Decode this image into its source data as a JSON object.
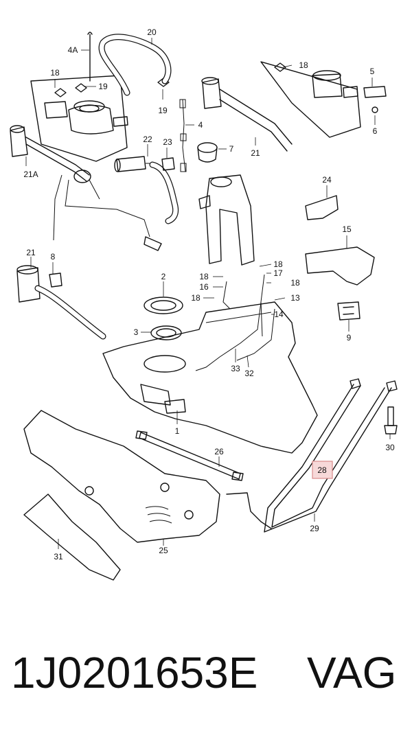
{
  "diagram": {
    "callouts": {
      "c1": "1",
      "c2": "2",
      "c3": "3",
      "c4": "4",
      "c4a": "4A",
      "c5": "5",
      "c6": "6",
      "c7": "7",
      "c8": "8",
      "c9": "9",
      "c13": "13",
      "c14": "14",
      "c15": "15",
      "c16": "16",
      "c17": "17",
      "c18a": "18",
      "c18b": "18",
      "c18c": "18",
      "c18d": "18",
      "c18e": "18",
      "c18f": "18",
      "c19a": "19",
      "c19b": "19",
      "c20": "20",
      "c21a": "21",
      "c21b": "21",
      "c21c": "21A",
      "c22": "22",
      "c23": "23",
      "c24": "24",
      "c25": "25",
      "c26": "26",
      "c28": "28",
      "c29": "29",
      "c30": "30",
      "c31": "31",
      "c32": "32",
      "c33": "33"
    },
    "highlight_color": "#f7d9d9"
  },
  "footer": {
    "part_number": "1J0201653E",
    "brand": "VAG"
  }
}
